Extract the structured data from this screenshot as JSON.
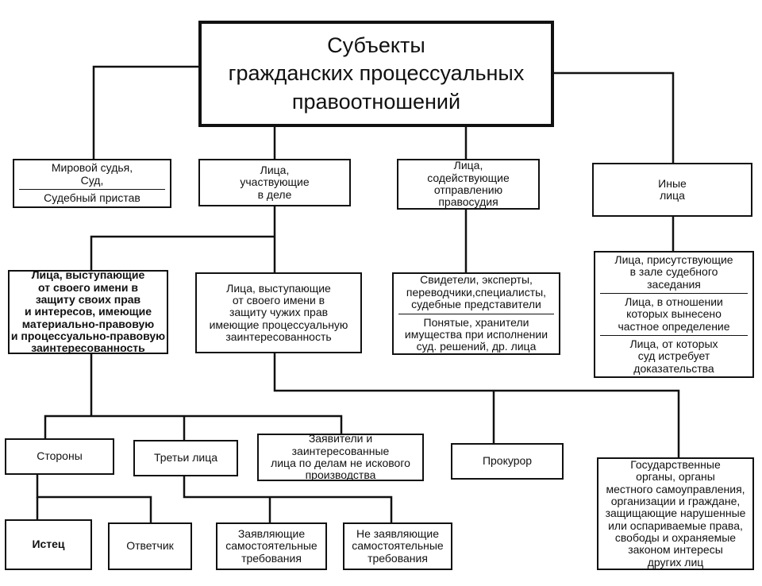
{
  "diagram": {
    "root": {
      "line1": "Субъекты",
      "line2": "гражданских  процессуальных",
      "line3": "правоотношений"
    },
    "level1": {
      "court": {
        "line1": "Мировой судья,",
        "line2": "Суд,",
        "line3": "Судебный пристав"
      },
      "participants": {
        "line1": "Лица,",
        "line2": "участвующие",
        "line3": "в деле"
      },
      "assisting": {
        "line1": "Лица,",
        "line2": "содействующие",
        "line3": "отправлению",
        "line4": "правосудия"
      },
      "other": {
        "line1": "Иные",
        "line2": "лица"
      }
    },
    "level2": {
      "own_interest": {
        "line1": "Лица, выступающие",
        "line2": "от своего имени в",
        "line3": "защиту своих прав",
        "line4": "и интересов, имеющие",
        "line5": "материально-правовую",
        "line6": "и процессуально-правовую",
        "line7": "заинтересованность"
      },
      "others_interest": {
        "line1": "Лица,  выступающие",
        "line2": "от  своего имени в",
        "line3": "защиту чужих прав",
        "line4": "имеющие  процессуальную",
        "line5": "заинтересованность"
      },
      "witnesses": {
        "part1_line1": "Свидетели, эксперты,",
        "part1_line2": "переводчики,специалисты,",
        "part1_line3": "судебные представители",
        "part2_line1": "Понятые, хранители",
        "part2_line2": "имущества при исполнении",
        "part2_line3": "суд. решений, др. лица"
      },
      "other_persons": {
        "part1_line1": "Лица, присутствующие",
        "part1_line2": "в зале судебного",
        "part1_line3": "заседания",
        "part2_line1": "Лица, в отношении",
        "part2_line2": "которых вынесено",
        "part2_line3": "частное определение",
        "part3_line1": "Лица, от которых",
        "part3_line2": "суд истребует",
        "part3_line3": "доказательства"
      }
    },
    "level3": {
      "parties": "Стороны",
      "third": "Третьи лица",
      "applicants": {
        "line1": "Заявители и",
        "line2": "заинтересованные",
        "line3": "лица по делам не  искового",
        "line4": "производства"
      },
      "prosecutor": "Прокурор",
      "state": {
        "line1": "Государственные",
        "line2": "органы, органы",
        "line3": "местного самоуправления,",
        "line4": "организации и граждане,",
        "line5": "защищающие нарушенные",
        "line6": "или оспариваемые права,",
        "line7": "свободы и охраняемые",
        "line8": "законом интересы",
        "line9": "других лиц"
      }
    },
    "level4": {
      "plaintiff": "Истец",
      "defendant": "Ответчик",
      "claiming": {
        "line1": "Заявляющие",
        "line2": "самостоятельные",
        "line3": "требования"
      },
      "not_claiming": {
        "line1": "Не заявляющие",
        "line2": "самостоятельные",
        "line3": "требования"
      }
    }
  },
  "colors": {
    "ink": "#111111",
    "paper": "#ffffff"
  }
}
